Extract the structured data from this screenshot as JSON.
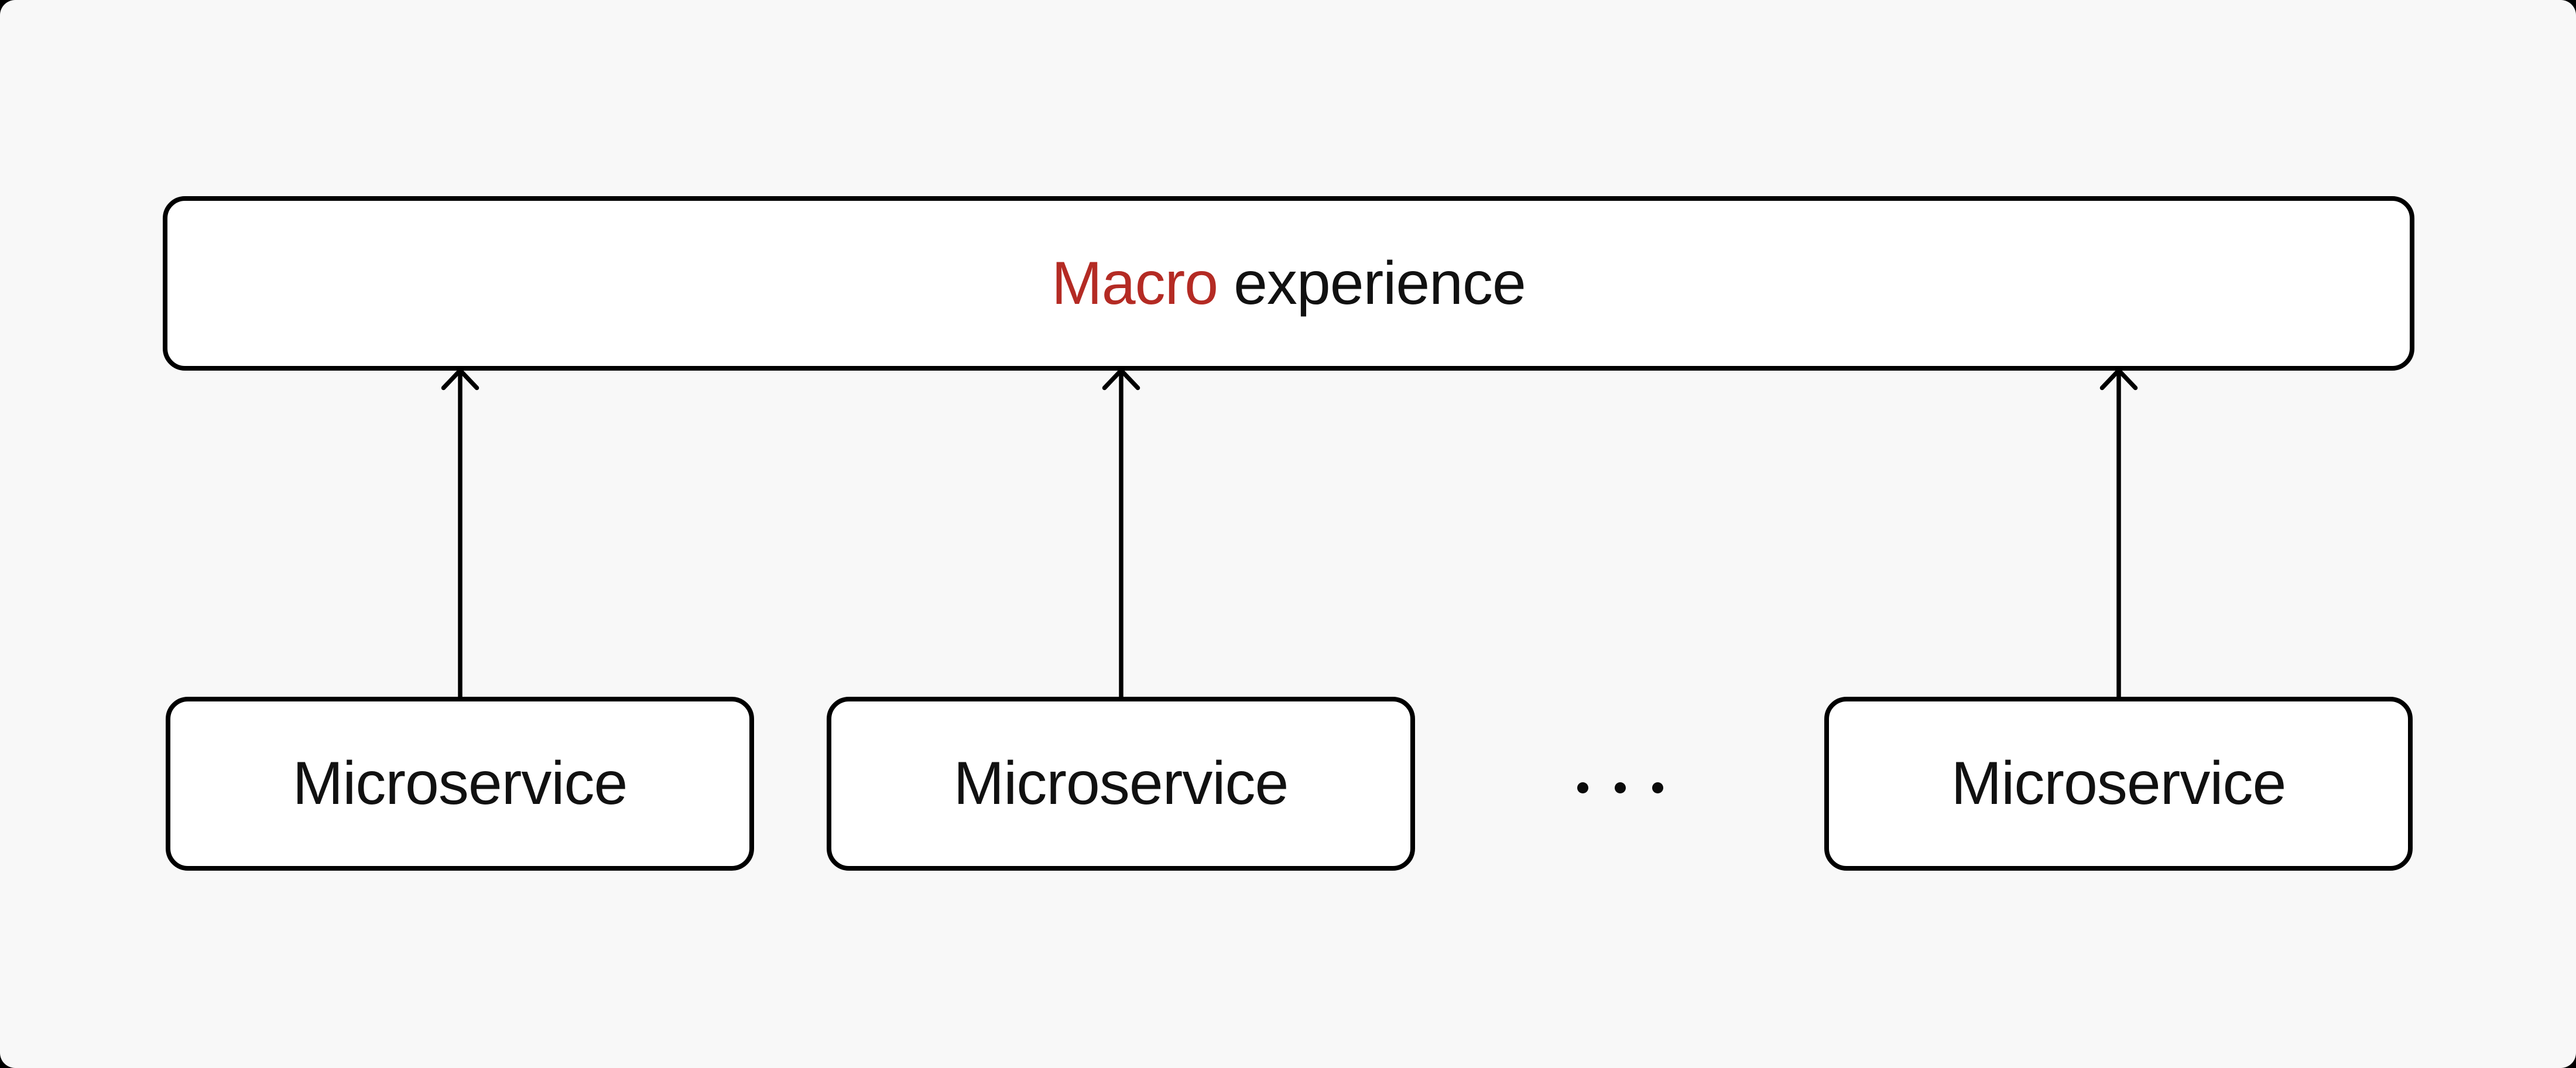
{
  "diagram": {
    "macro_box": {
      "title_highlight": "Macro",
      "title_rest": "experience"
    },
    "microservice_boxes": [
      {
        "label": "Microservice"
      },
      {
        "label": "Microservice"
      },
      {
        "label": "Microservice"
      }
    ],
    "ellipsis_dot_count": 3,
    "arrows": {
      "count": 3,
      "direction": "up",
      "from": "microservice boxes",
      "to": "macro experience box"
    },
    "colors": {
      "page_background": "#000000",
      "canvas_background": "#f8f8f8",
      "box_fill": "#ffffff",
      "box_border": "#000000",
      "accent_red": "#b42b24",
      "text_black": "#111111"
    }
  }
}
